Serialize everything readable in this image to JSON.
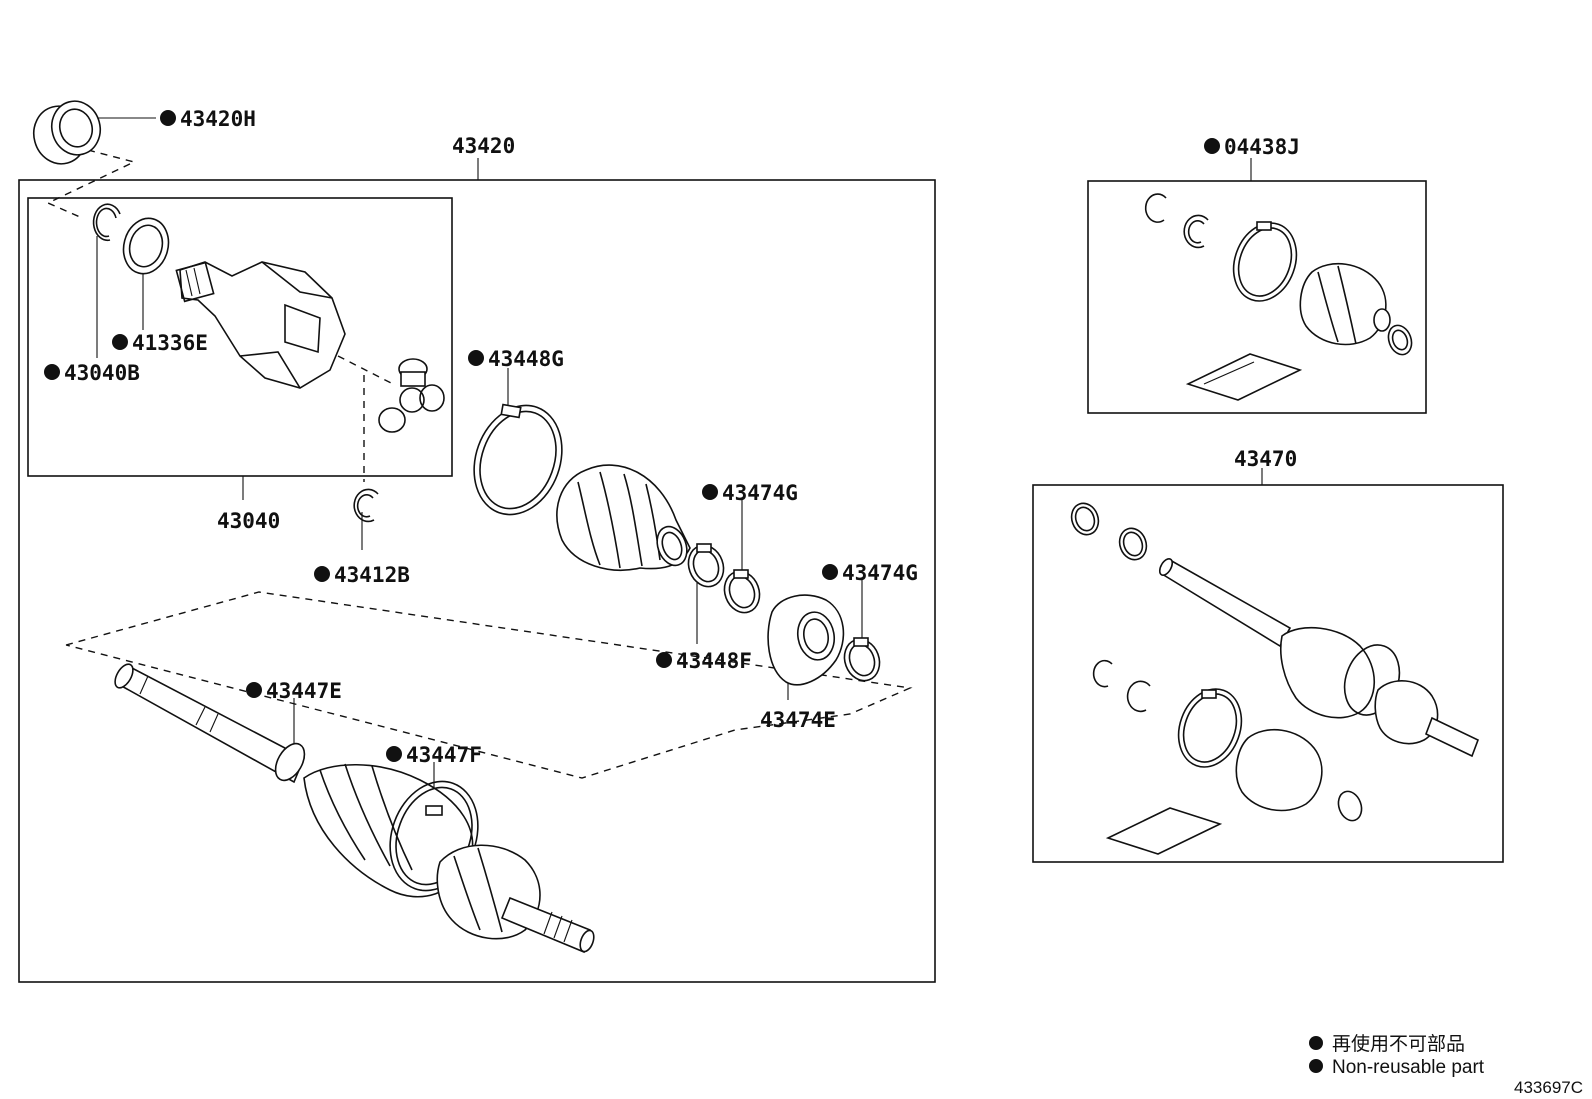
{
  "callouts": {
    "p43420H": {
      "label": "43420H",
      "non_reusable": true
    },
    "p43420": {
      "label": "43420",
      "non_reusable": false
    },
    "p43040": {
      "label": "43040",
      "non_reusable": false
    },
    "p41336E": {
      "label": "41336E",
      "non_reusable": true
    },
    "p43040B": {
      "label": "43040B",
      "non_reusable": true
    },
    "p43412B": {
      "label": "43412B",
      "non_reusable": true
    },
    "p43448G": {
      "label": "43448G",
      "non_reusable": true
    },
    "p43474G_a": {
      "label": "43474G",
      "non_reusable": true
    },
    "p43474G_b": {
      "label": "43474G",
      "non_reusable": true
    },
    "p43448F": {
      "label": "43448F",
      "non_reusable": true
    },
    "p43474E": {
      "label": "43474E",
      "non_reusable": false
    },
    "p43447E": {
      "label": "43447E",
      "non_reusable": true
    },
    "p43447F": {
      "label": "43447F",
      "non_reusable": true
    },
    "p04438J": {
      "label": "04438J",
      "non_reusable": true
    },
    "p43470": {
      "label": "43470",
      "non_reusable": false
    }
  },
  "legend": {
    "jp_text": "再使用不可部品",
    "en_text": "Non-reusable part"
  },
  "diagram_code": "433697C"
}
